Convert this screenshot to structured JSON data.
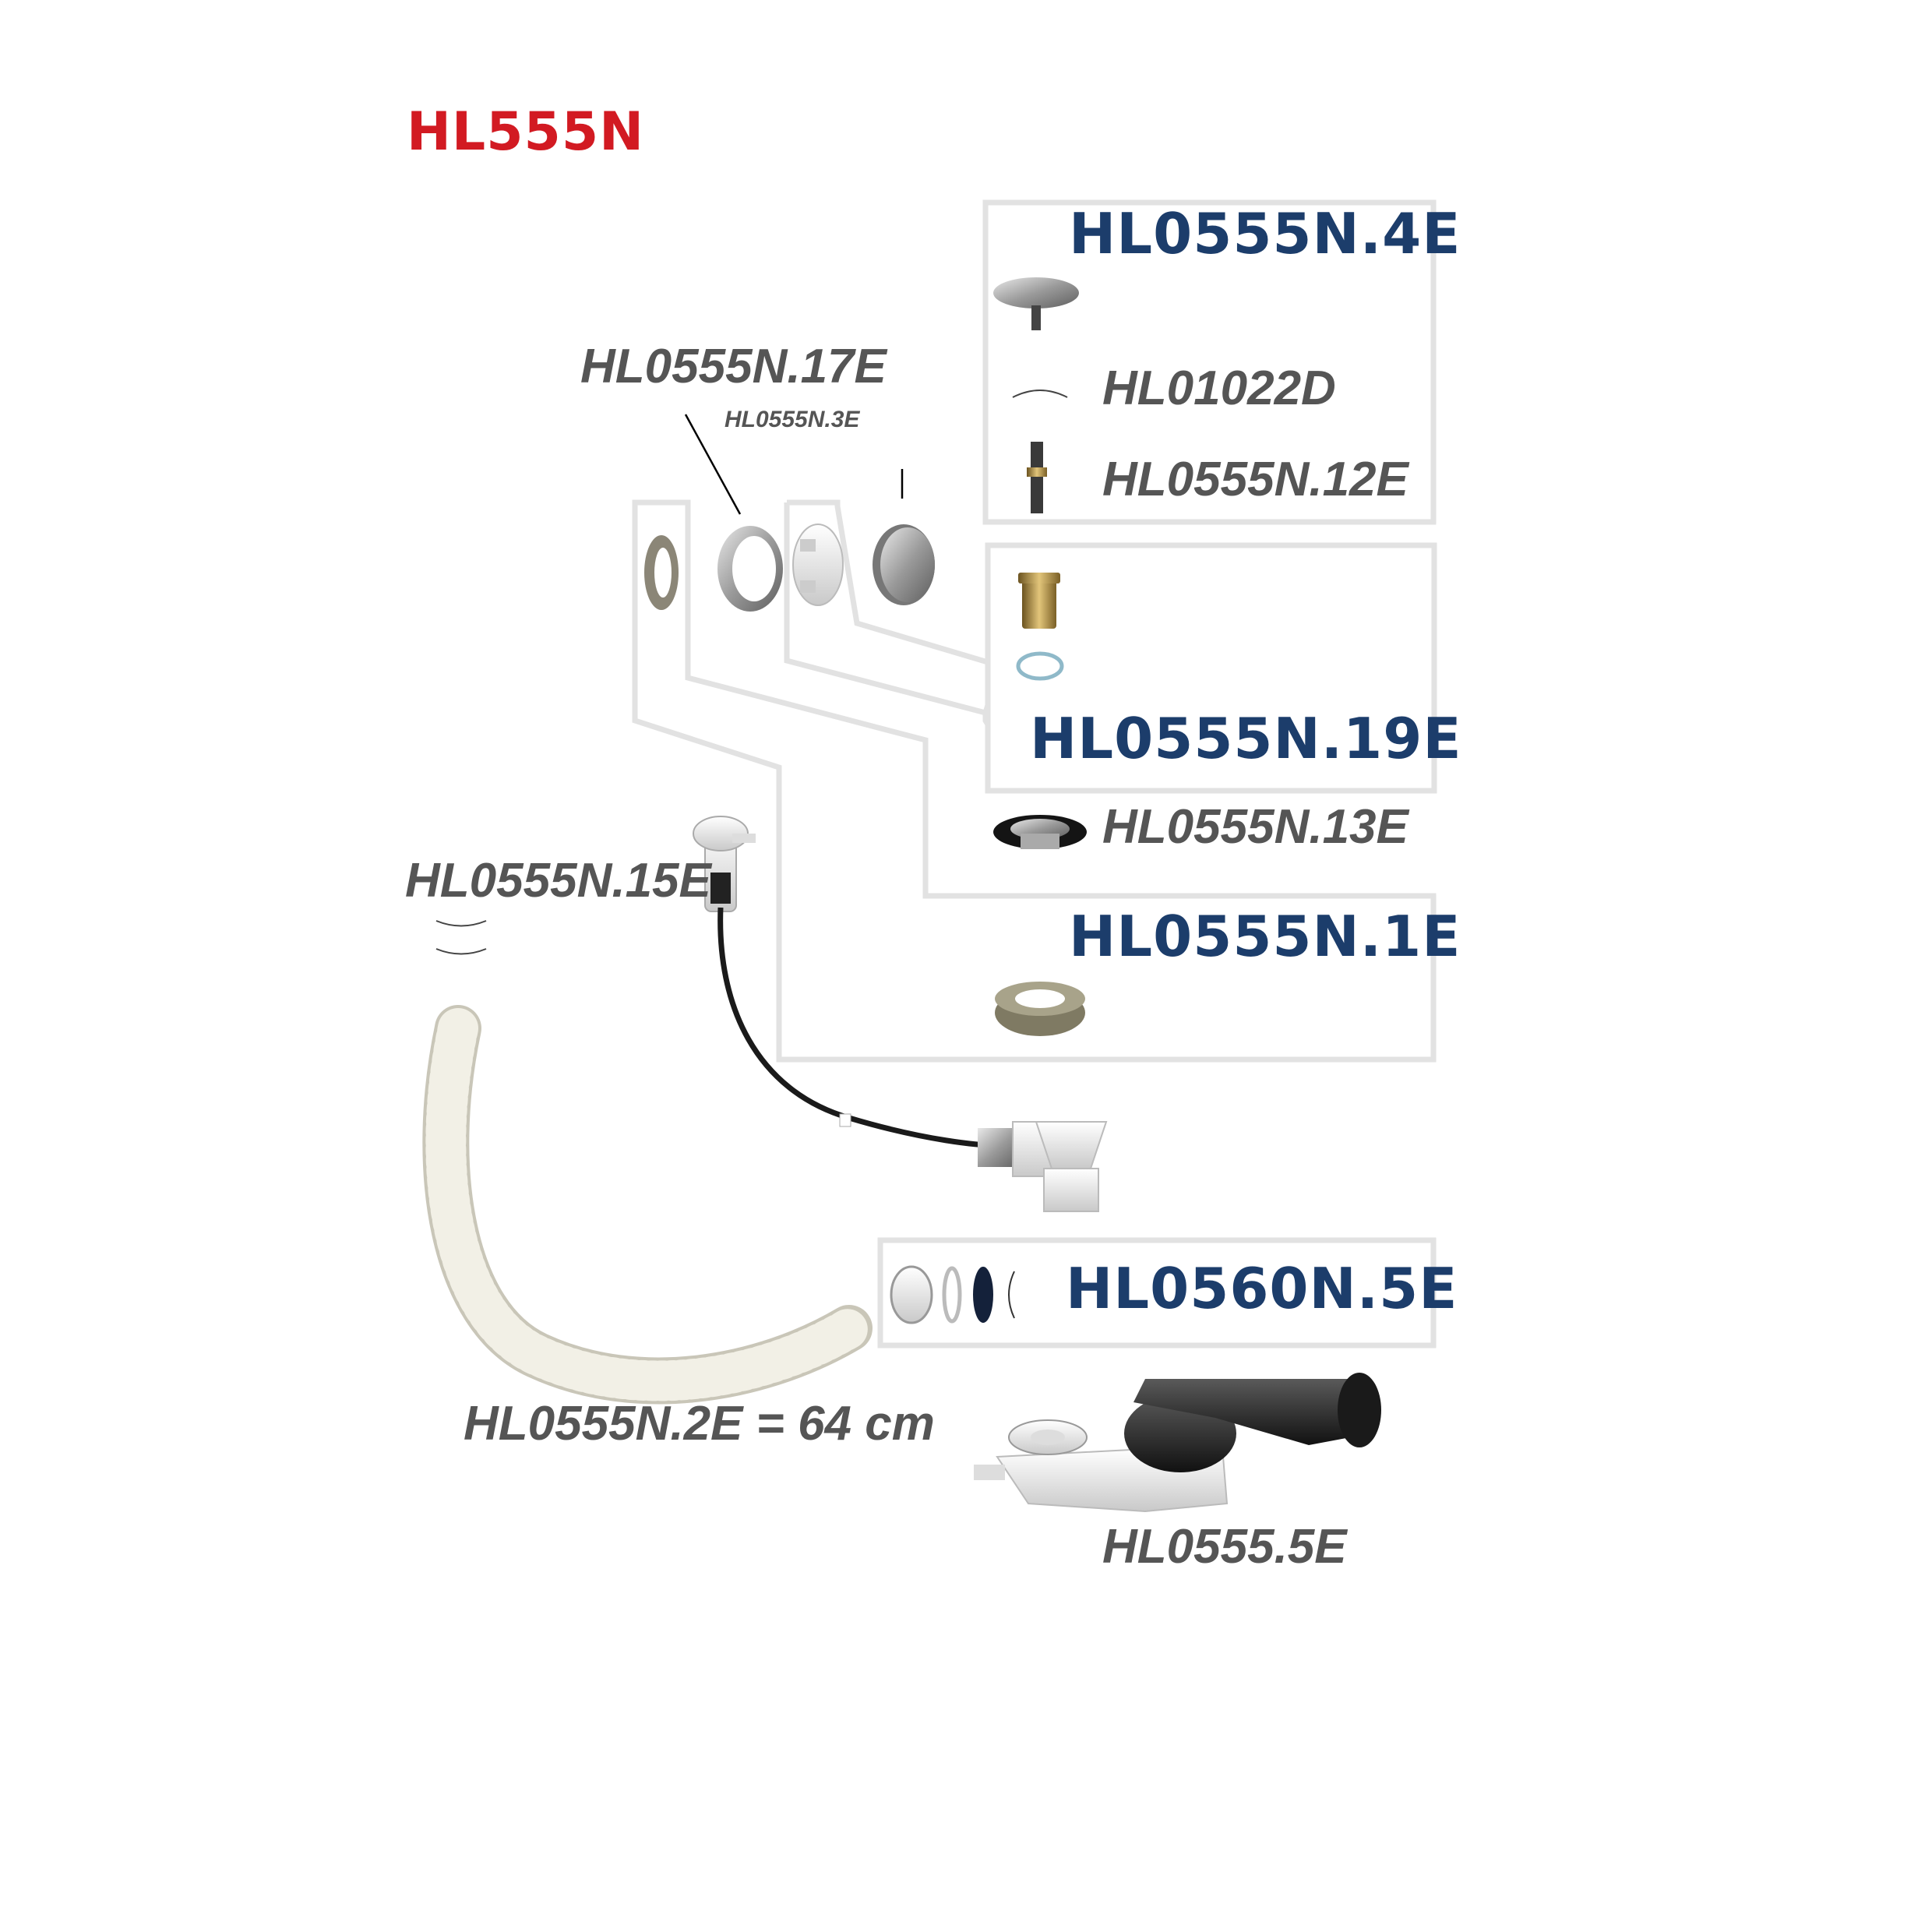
{
  "title": "HL555N",
  "colors": {
    "title": "#d21a22",
    "code_blue": "#1c3d6b",
    "code_gray": "#555555",
    "frame": "#e2e2e2"
  },
  "parts": {
    "stopper_plug": "HL0555N.4E",
    "o_ring_small": "HL01022D",
    "spindle_screw": "HL0555N.12E",
    "overflow_ring": "HL0555N.17E",
    "overflow_cap_small": "HL0555N.3E",
    "overflow_nut_kit": "HL0555N.19E",
    "strainer": "HL0555N.13E",
    "cable_gasket": "HL0555N.15E",
    "overflow_assembly": "HL0555N.1E",
    "hose": "HL0555N.2E = 64 cm",
    "waste_seal_kit": "HL0560N.5E",
    "trap": "HL0555.5E"
  }
}
